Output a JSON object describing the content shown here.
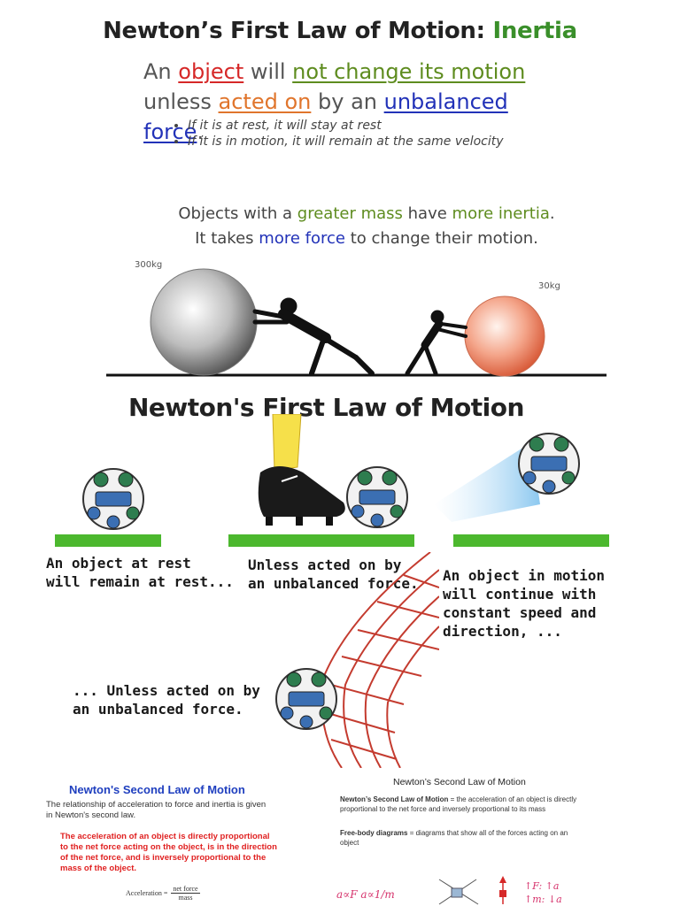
{
  "top": {
    "title_black": "Newton’s First Law of Motion:",
    "title_green": "Inertia",
    "statement": {
      "p1": "An",
      "object": "object",
      "p2": "will",
      "not_change": "not change its motion",
      "p3": "unless",
      "acted_on": "acted on",
      "p4": "by an",
      "unbalanced": "unbalanced force",
      "p5": "."
    },
    "bullets": [
      "If it is at rest, it will stay at rest",
      "If it is in motion, it will remain at the same velocity"
    ],
    "mass_line1": {
      "a": "Objects with a",
      "b": "greater mass",
      "c": "have",
      "d": "more inertia",
      "e": "."
    },
    "mass_line2": {
      "a": "It takes",
      "b": "more force",
      "c": "to change their motion."
    },
    "heavy_label": "300kg",
    "light_label": "30kg"
  },
  "middle": {
    "title": "Newton's First Law of Motion",
    "cap_rest": "An object at rest\nwill remain at rest...",
    "cap_unless1": "Unless acted on by\nan unbalanced force.",
    "cap_motion": "An object in motion\nwill continue with\nconstant speed and\ndirection, ...",
    "cap_unless2": "... Unless acted on by\n    an unbalanced force."
  },
  "bottom_left": {
    "title": "Newton's Second Law of Motion",
    "body": "The relationship of acceleration to force and inertia is given in Newton's second law.",
    "highlight": "The acceleration of an object is directly proportional to the net force acting on the object, is in the direction of the net force, and is inversely proportional to the mass of the object.",
    "formula_lhs": "Acceleration =",
    "formula_num": "net force",
    "formula_den": "mass"
  },
  "bottom_right": {
    "title": "Newton’s Second Law of Motion",
    "def1_term": "Newton’s Second Law of Motion",
    "def1_rest": " = the acceleration of an object is directly proportional to the net force and inversely proportional to its mass",
    "def2_term": "Free-body diagrams",
    "def2_rest": " = diagrams that show all of the forces acting on an object",
    "hand1": "a∝F  a∝1/m",
    "hand2": "↑F: ↑a",
    "hand3": "↑m: ↓a"
  }
}
